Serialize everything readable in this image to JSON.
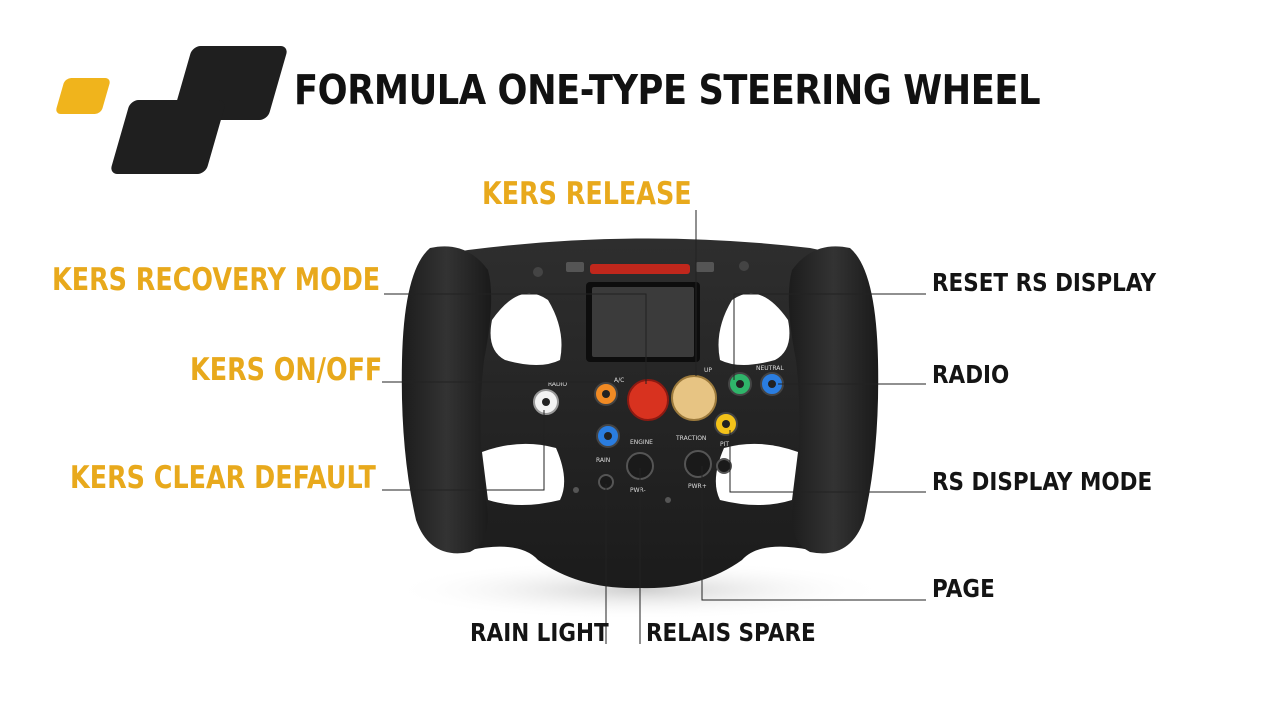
{
  "header": {
    "title": "FORMULA ONE-TYPE STEERING WHEEL"
  },
  "labels": {
    "kers_release": "KERS RELEASE",
    "kers_recovery_mode": "KERS RECOVERY MODE",
    "kers_on_off": "KERS ON/OFF",
    "kers_clear_default": "KERS CLEAR DEFAULT",
    "reset_rs_display": "RESET RS DISPLAY",
    "radio": "RADIO",
    "rs_display_mode": "RS DISPLAY MODE",
    "page": "PAGE",
    "rain_light": "RAIN LIGHT",
    "relais_spare": "RELAIS SPARE"
  },
  "wheel_text": {
    "radio": "RADIO",
    "ac": "A/C",
    "up": "UP",
    "neutral": "NEUTRAL",
    "engine": "ENGINE",
    "traction": "TRACTION",
    "rain": "RAIN",
    "pit": "PIT",
    "pwr_minus": "PWR-",
    "pwr_plus": "PWR+"
  },
  "colors": {
    "accent": "#e8a91c",
    "logo_dark": "#1f1f1f",
    "button_white": "#f2f2f2",
    "button_orange": "#f08a24",
    "button_green": "#2fb56a",
    "button_blue": "#2a7de0",
    "button_yellow": "#f3c21a",
    "dial_red": "#d8321f",
    "dial_gold": "#e7c483"
  }
}
